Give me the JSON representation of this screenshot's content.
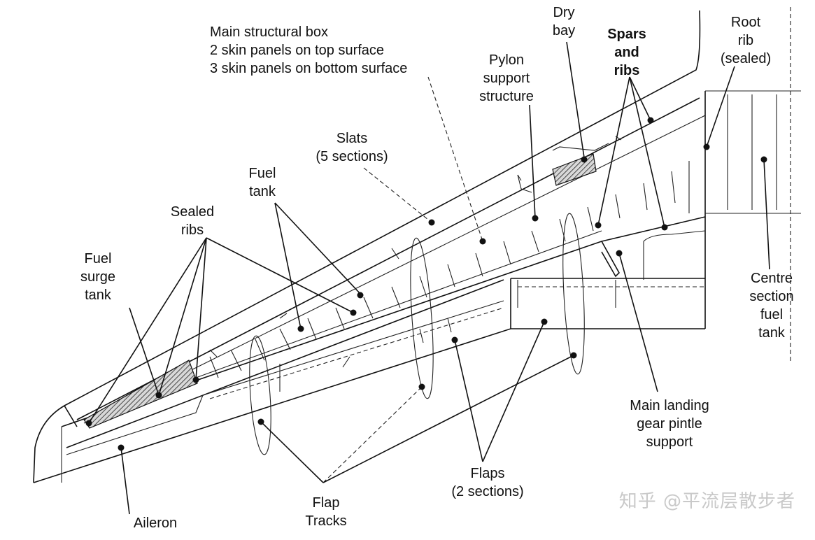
{
  "labels": {
    "main_box": [
      "Main structural box",
      "2 skin panels on top surface",
      "3 skin panels on bottom surface"
    ],
    "dry_bay": [
      "Dry",
      "bay"
    ],
    "spars_ribs": [
      "Spars",
      "and",
      "ribs"
    ],
    "root_rib": [
      "Root",
      "rib",
      "(sealed)"
    ],
    "pylon": [
      "Pylon",
      "support",
      "structure"
    ],
    "slats": [
      "Slats",
      "(5 sections)"
    ],
    "fuel_tank": [
      "Fuel",
      "tank"
    ],
    "sealed_ribs": [
      "Sealed",
      "ribs"
    ],
    "surge_tank": [
      "Fuel",
      "surge",
      "tank"
    ],
    "centre_tank": [
      "Centre",
      "section",
      "fuel",
      "tank"
    ],
    "pintle": [
      "Main landing",
      "gear pintle",
      "support"
    ],
    "flaps": [
      "Flaps",
      "(2 sections)"
    ],
    "flap_tracks": [
      "Flap",
      "Tracks"
    ],
    "aileron": [
      "Aileron"
    ]
  },
  "watermark": "知乎 @平流层散步者"
}
